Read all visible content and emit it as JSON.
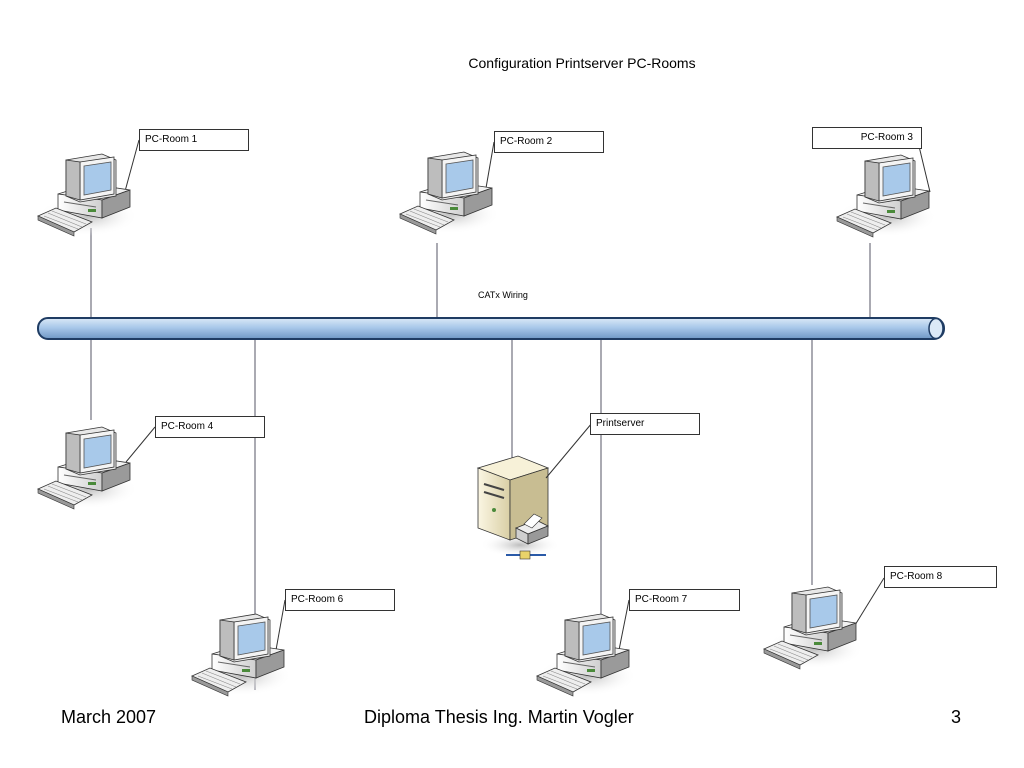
{
  "slide": {
    "title": "Configuration Printserver PC-Rooms"
  },
  "network": {
    "bus_label": "CATx Wiring"
  },
  "nodes": {
    "pc1": "PC-Room 1",
    "pc2": "PC-Room 2",
    "pc3": "PC-Room 3",
    "pc4": "PC-Room 4",
    "pc6": "PC-Room 6",
    "pc7": "PC-Room 7",
    "pc8": "PC-Room 8",
    "printserver": "Printserver"
  },
  "footer": {
    "date": "March 2007",
    "center": "Diploma Thesis Ing. Martin Vogler",
    "page": "3"
  },
  "icons": [
    "desktop-computer-icon",
    "print-server-icon"
  ],
  "colors": {
    "bus_fill": "#a9c8ea",
    "bus_stroke": "#1f3c63"
  }
}
